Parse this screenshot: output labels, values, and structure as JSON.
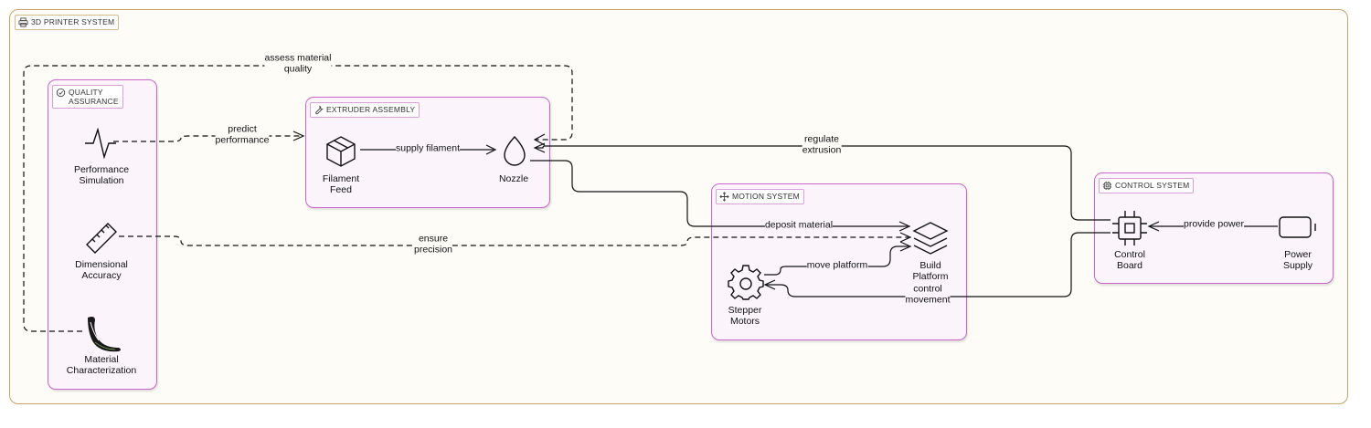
{
  "outer": {
    "title": "3D PRINTER SYSTEM",
    "icon": "printer-icon"
  },
  "groups": {
    "quality": {
      "title_line1": "QUALITY",
      "title_line2": "ASSURANCE",
      "icon": "check-circle-icon"
    },
    "extruder": {
      "title": "EXTRUDER ASSEMBLY",
      "icon": "wrench-icon"
    },
    "motion": {
      "title": "MOTION SYSTEM",
      "icon": "move-arrows-icon"
    },
    "control": {
      "title": "CONTROL SYSTEM",
      "icon": "cpu-icon"
    }
  },
  "nodes": {
    "performance": {
      "line1": "Performance",
      "line2": "Simulation",
      "icon": "activity-icon"
    },
    "dimensional": {
      "line1": "Dimensional",
      "line2": "Accuracy",
      "icon": "ruler-icon"
    },
    "material": {
      "line1": "Material",
      "line2": "Characterization",
      "icon": "flask-horn-icon"
    },
    "filament": {
      "line1": "Filament",
      "line2": "Feed",
      "icon": "package-icon"
    },
    "nozzle": {
      "line1": "Nozzle",
      "icon": "droplet-icon"
    },
    "build": {
      "line1": "Build",
      "line2": "Platform",
      "icon": "layers-icon"
    },
    "stepper": {
      "line1": "Stepper",
      "line2": "Motors",
      "icon": "gear-icon"
    },
    "control_board": {
      "line1": "Control",
      "line2": "Board",
      "icon": "chip-icon"
    },
    "power": {
      "line1": "Power",
      "line2": "Supply",
      "icon": "battery-icon"
    }
  },
  "edges": {
    "assess": {
      "line1": "assess material",
      "line2": "quality"
    },
    "predict": {
      "line1": "predict",
      "line2": "performance"
    },
    "supply": {
      "line1": "supply filament"
    },
    "regulate": {
      "line1": "regulate",
      "line2": "extrusion"
    },
    "deposit": {
      "line1": "deposit material"
    },
    "ensure": {
      "line1": "ensure",
      "line2": "precision"
    },
    "move": {
      "line1": "move platform"
    },
    "control": {
      "line1": "control",
      "line2": "movement"
    },
    "power": {
      "line1": "provide power"
    }
  },
  "colors": {
    "group_border": "#cc66cc",
    "group_fill": "#fbf4fb",
    "outer_border": "#c9a46a",
    "edge": "#111111"
  }
}
